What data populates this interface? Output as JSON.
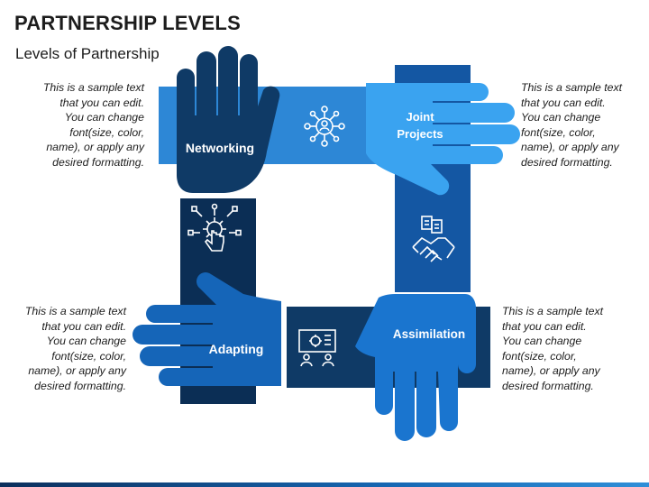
{
  "header": {
    "title": "PARTNERSHIP LEVELS",
    "subtitle": "Levels of Partnership"
  },
  "description_text": "This is a sample text\nthat you can edit.\nYou can change\nfont(size, color,\nname), or apply any\ndesired formatting.",
  "levels": [
    {
      "label": "Networking",
      "color": "#0f3a66"
    },
    {
      "label_line1": "Joint",
      "label_line2": "Projects",
      "color": "#3aa3f0"
    },
    {
      "label": "Adapting",
      "color": "#1565b8"
    },
    {
      "label": "Assimilation",
      "color": "#1a75cf"
    }
  ],
  "icons": [
    "network-people-icon",
    "gear-hand-touch-icon",
    "handshake-documents-icon",
    "presentation-meeting-icon"
  ],
  "colors": {
    "bar_top": "#2d87d6",
    "bar_right": "#1457a3",
    "bar_bottom": "#0f3a66",
    "bar_left": "#0b2e55"
  }
}
